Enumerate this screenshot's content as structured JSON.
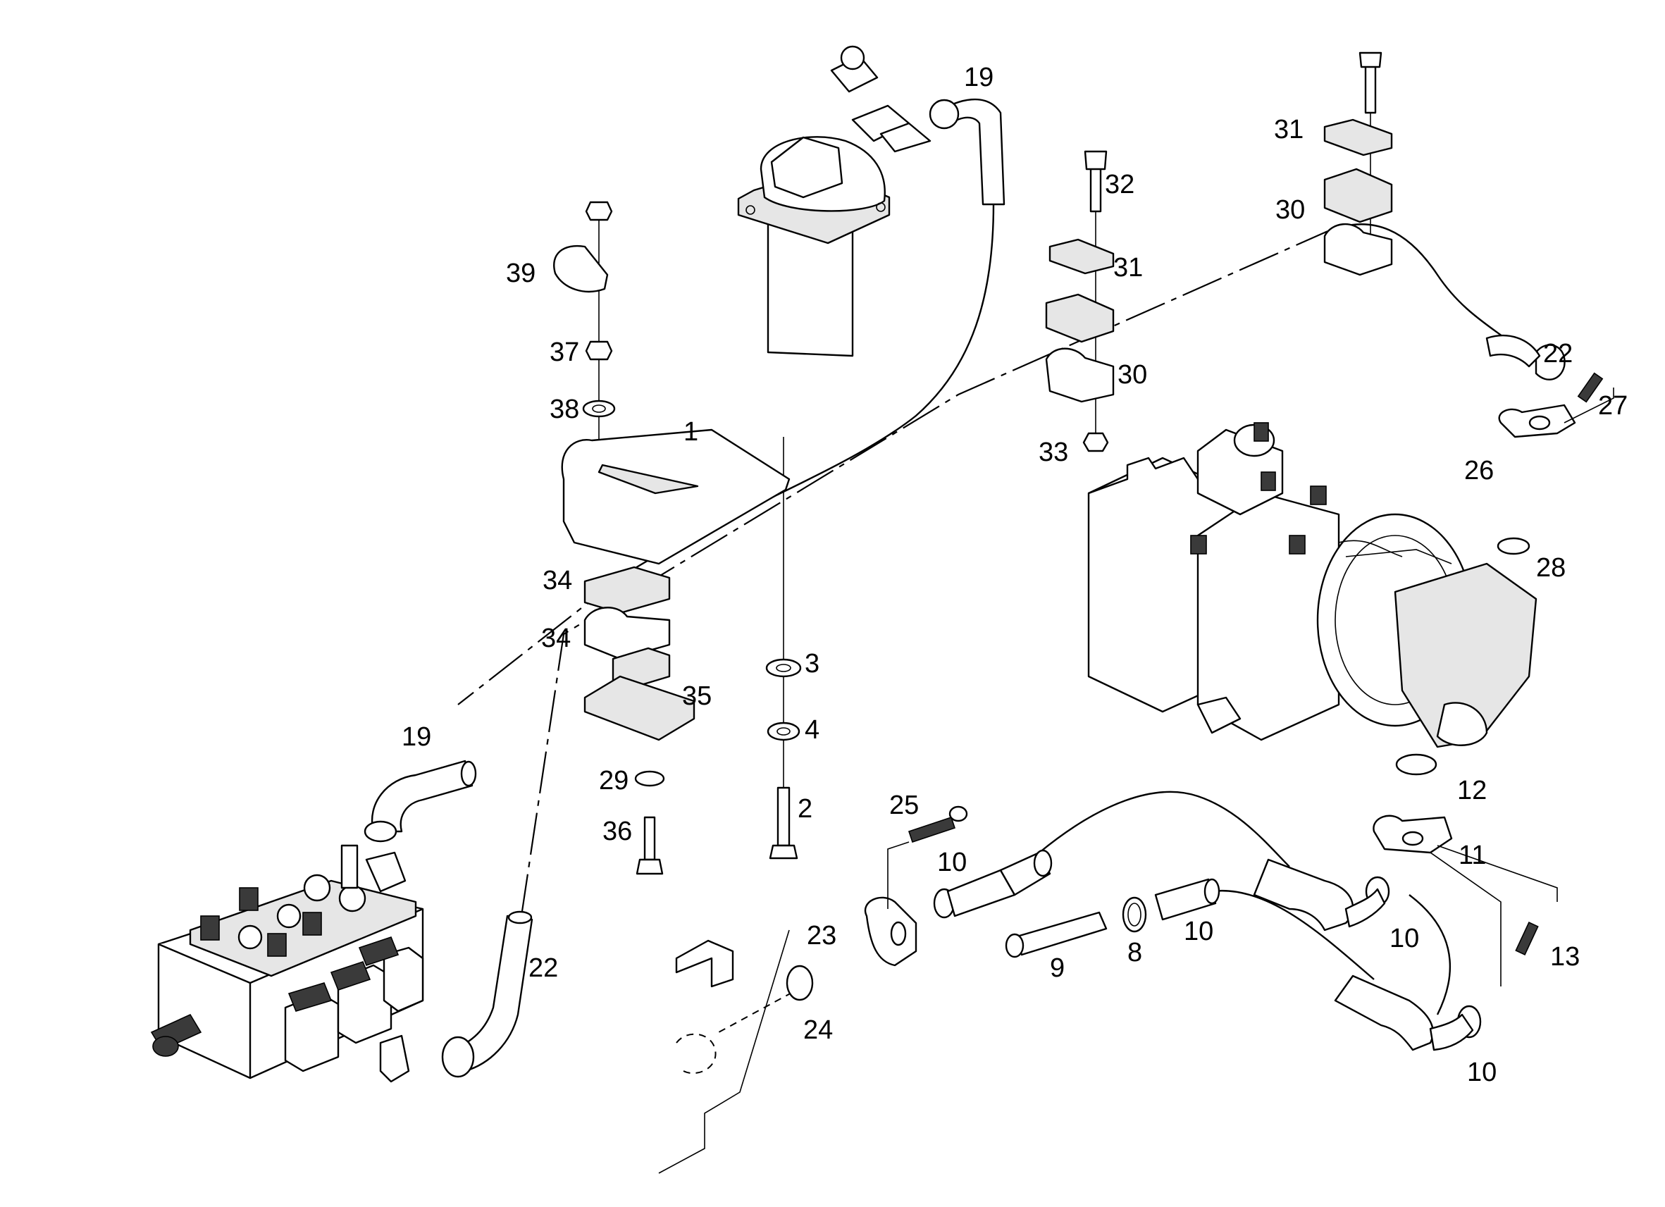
{
  "labels": {
    "p1": "1",
    "p2": "2",
    "p3": "3",
    "p4": "4",
    "p8": "8",
    "p9": "9",
    "p10a": "10",
    "p10b": "10",
    "p10c": "10",
    "p10d": "10",
    "p11": "11",
    "p12": "12",
    "p13": "13",
    "p19a": "19",
    "p19b": "19",
    "p22a": "22",
    "p22b": "22",
    "p23": "23",
    "p24": "24",
    "p25": "25",
    "p26": "26",
    "p27": "27",
    "p28": "28",
    "p29": "29",
    "p30a": "30",
    "p30b": "30",
    "p31a": "31",
    "p31b": "31",
    "p32": "32",
    "p33": "33",
    "p34a": "34",
    "p34b": "34",
    "p35": "35",
    "p36": "36",
    "p37": "37",
    "p38": "38",
    "p39": "39"
  }
}
